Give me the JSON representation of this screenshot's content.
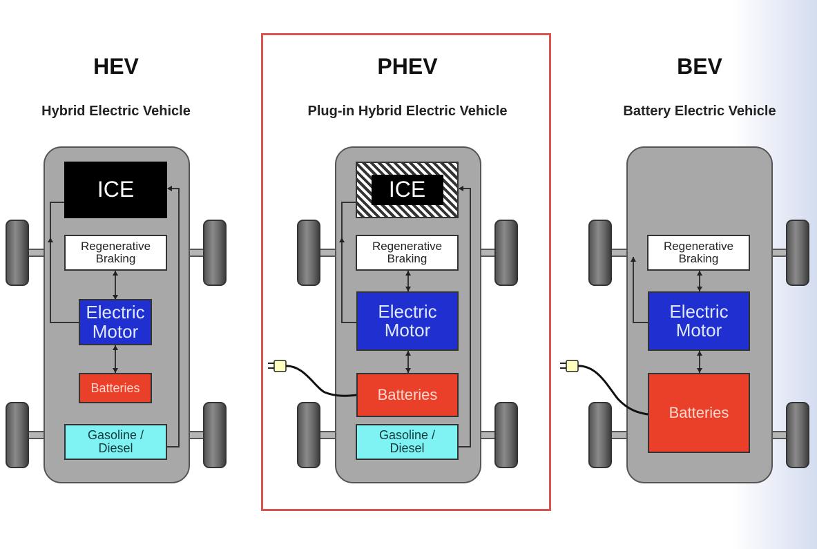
{
  "panels": {
    "hev": {
      "title": "HEV",
      "subtitle": "Hybrid Electric Vehicle",
      "ice": "ICE",
      "regen_line1": "Regenerative",
      "regen_line2": "Braking",
      "motor_line1": "Electric",
      "motor_line2": "Motor",
      "batteries": "Batteries",
      "fuel_line1": "Gasoline /",
      "fuel_line2": "Diesel"
    },
    "phev": {
      "title": "PHEV",
      "subtitle": "Plug-in Hybrid Electric Vehicle",
      "ice": "ICE",
      "regen_line1": "Regenerative",
      "regen_line2": "Braking",
      "motor_line1": "Electric",
      "motor_line2": "Motor",
      "batteries": "Batteries",
      "fuel_line1": "Gasoline /",
      "fuel_line2": "Diesel"
    },
    "bev": {
      "title": "BEV",
      "subtitle": "Battery Electric Vehicle",
      "regen_line1": "Regenerative",
      "regen_line2": "Braking",
      "motor_line1": "Electric",
      "motor_line2": "Motor",
      "batteries": "Batteries"
    }
  },
  "colors": {
    "ice": "#000000",
    "motor": "#1f2fd0",
    "batteries": "#ea3f29",
    "fuel": "#7ff3f3",
    "highlight_frame": "#d9534f"
  },
  "icons": [
    "plug-icon",
    "wheel",
    "arrow"
  ]
}
